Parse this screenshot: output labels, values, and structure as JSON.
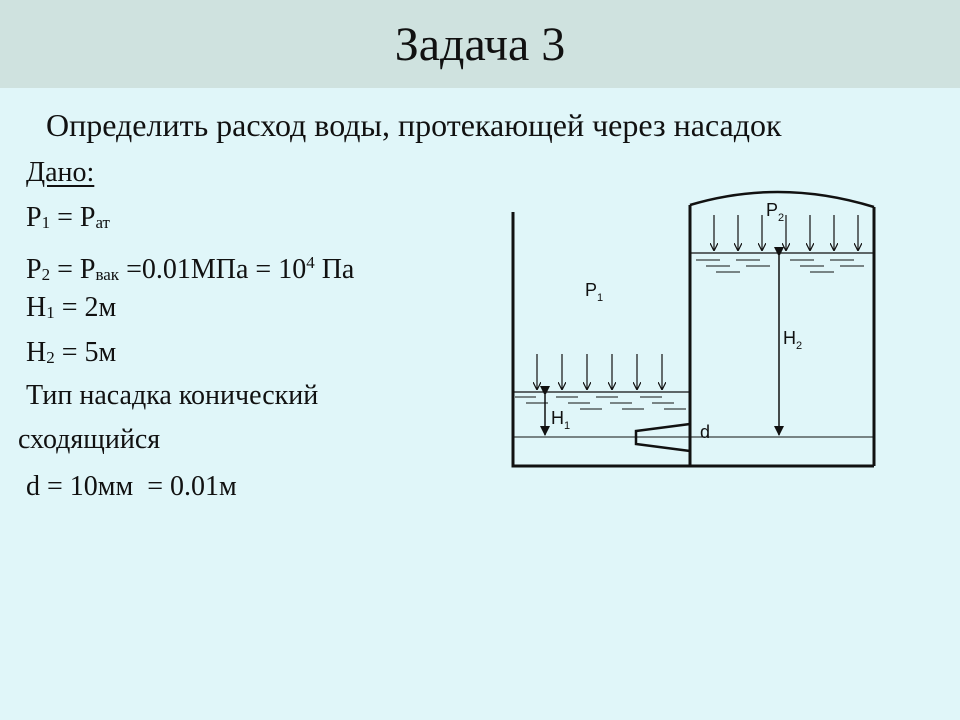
{
  "slide": {
    "title": "Задача 3",
    "task": "Определить расход воды, протекающей через насадок",
    "given_label": "Дано:",
    "p1": {
      "sym": "P",
      "sub": "1",
      "rest": " = P",
      "rest_sub": "ат"
    },
    "p2": {
      "sym": "P",
      "sub": "2",
      "rest": " = P",
      "rest_sub": "вак",
      "val": " =0.01МПа = 10",
      "sup": "4",
      "unit": " Па"
    },
    "h1": {
      "sym": "H",
      "sub": "1",
      "val": " = 2м"
    },
    "h2": {
      "sym": "H",
      "sub": "2",
      "val": " = 5м"
    },
    "type_line1": "Тип насадка конический",
    "type_line2": "сходящийся",
    "d_line": "d = 10мм  = 0.01м"
  },
  "diagram": {
    "p1_label": "P",
    "p1_sub": "1",
    "p2_label": "P",
    "p2_sub": "2",
    "h1_label": "H",
    "h1_sub": "1",
    "h2_label": "H",
    "h2_sub": "2",
    "d_label": "d"
  }
}
